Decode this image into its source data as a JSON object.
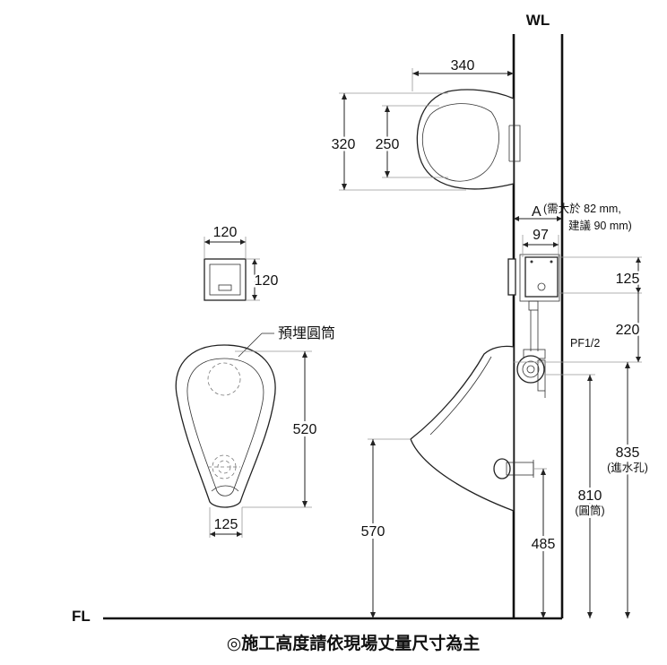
{
  "labels": {
    "wall": "WL",
    "floor": "FL",
    "embedded_tube": "預埋圓筒",
    "pipe_size": "PF1/2",
    "a_label": "A",
    "a_note_1": "(需大於 82 mm,",
    "a_note_2": "建議 90 mm)",
    "inlet_note": "(進水孔)",
    "tube_note": "(圓筒)",
    "footnote": "◎施工高度請依現場丈量尺寸為主"
  },
  "dimensions": {
    "top_width": "340",
    "top_outer_height": "320",
    "top_inner_height": "250",
    "box_width": "120",
    "box_height": "120",
    "front_height": "520",
    "front_bottom_width": "125",
    "valve_depth": "97",
    "valve_height": "125",
    "valve_spacing": "220",
    "inlet_height": "835",
    "tube_height": "810",
    "rim_height": "570",
    "outlet_height": "485"
  }
}
